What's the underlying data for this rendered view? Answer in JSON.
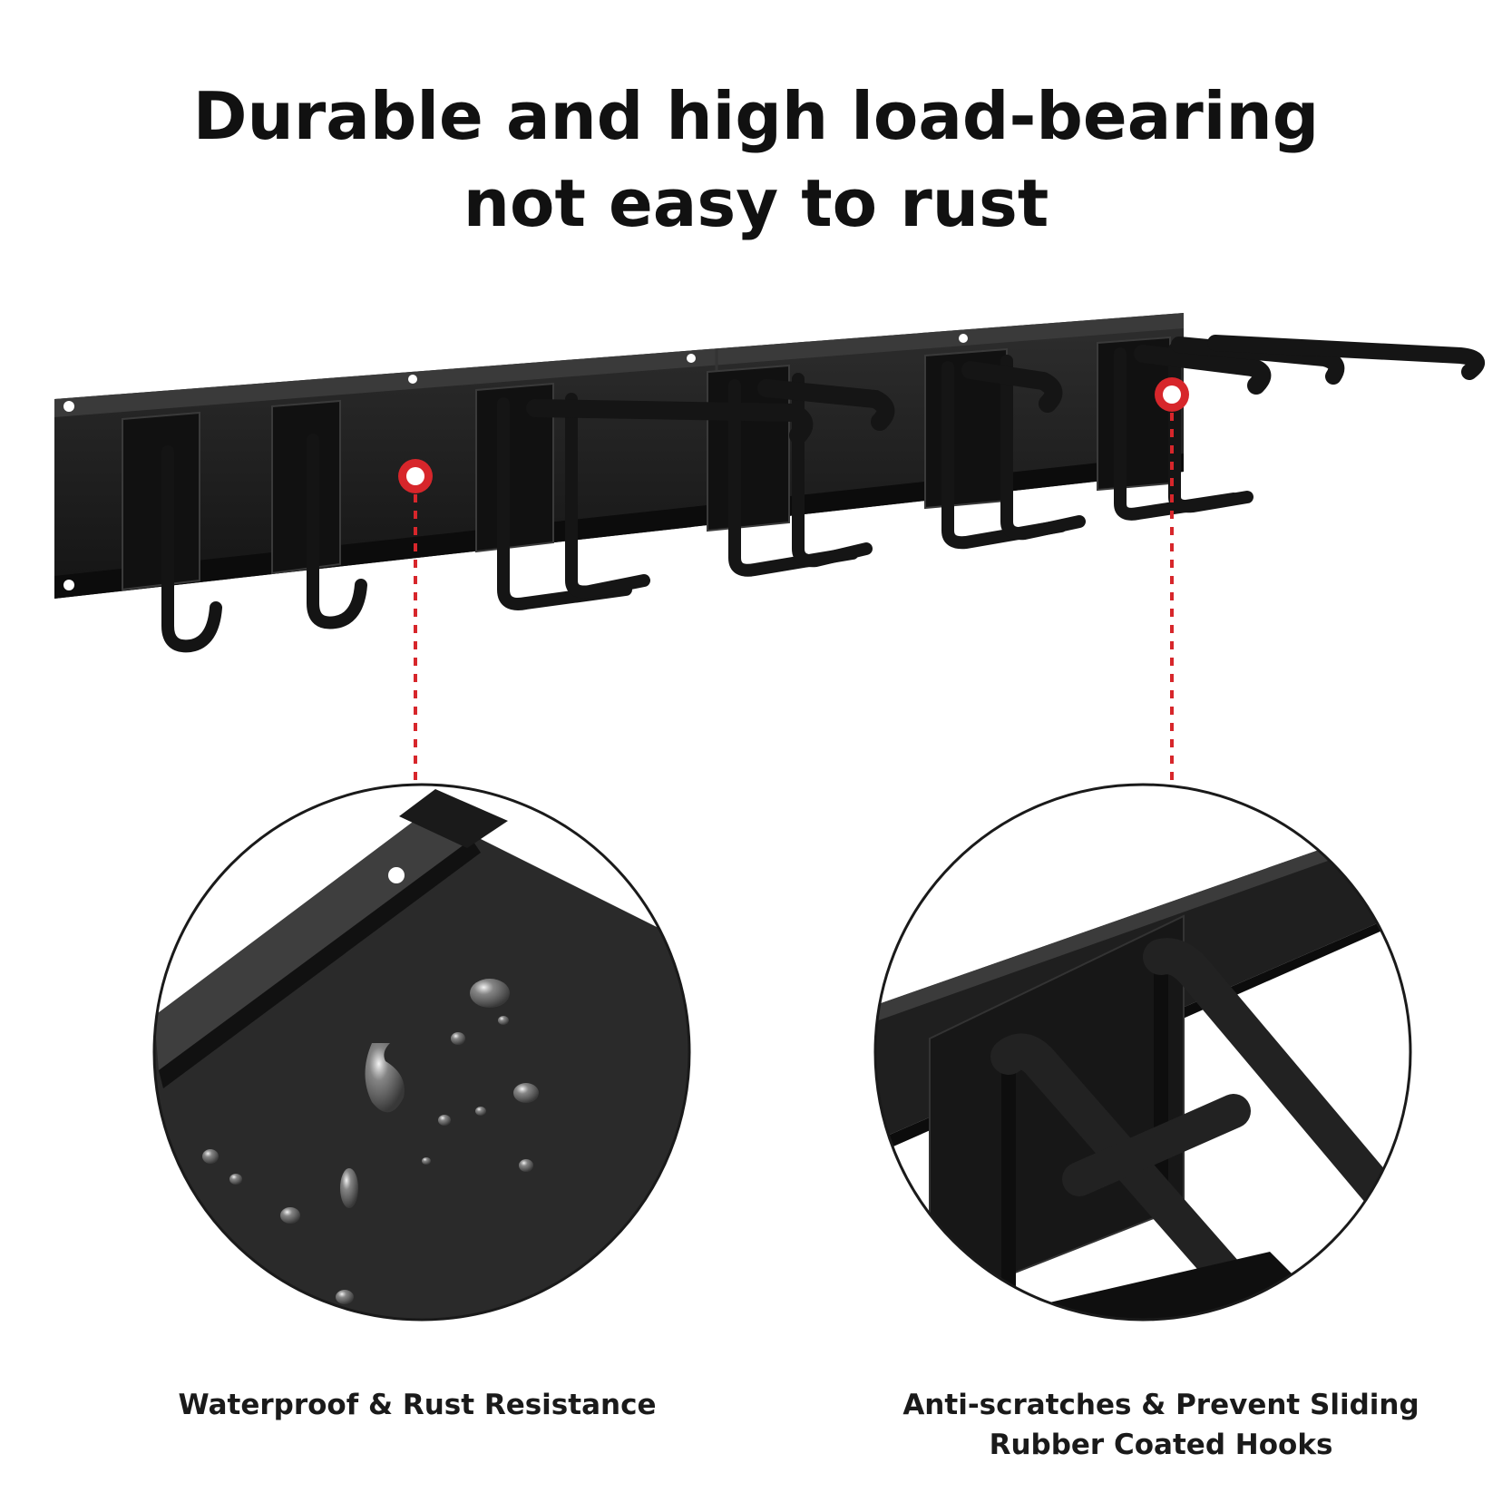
{
  "headline": {
    "line1": "Durable and high load-bearing",
    "line2": "not easy to rust"
  },
  "captions": {
    "left": "Waterproof & Rust Resistance",
    "right_line1": "Anti-scratches & Prevent Sliding",
    "right_line2": "Rubber Coated Hooks"
  },
  "colors": {
    "background": "#ffffff",
    "rack": "#1c1c1c",
    "callout": "#d7262b",
    "text": "#111111"
  },
  "icons": [
    "callout-marker-icon",
    "water-droplet-icon"
  ]
}
